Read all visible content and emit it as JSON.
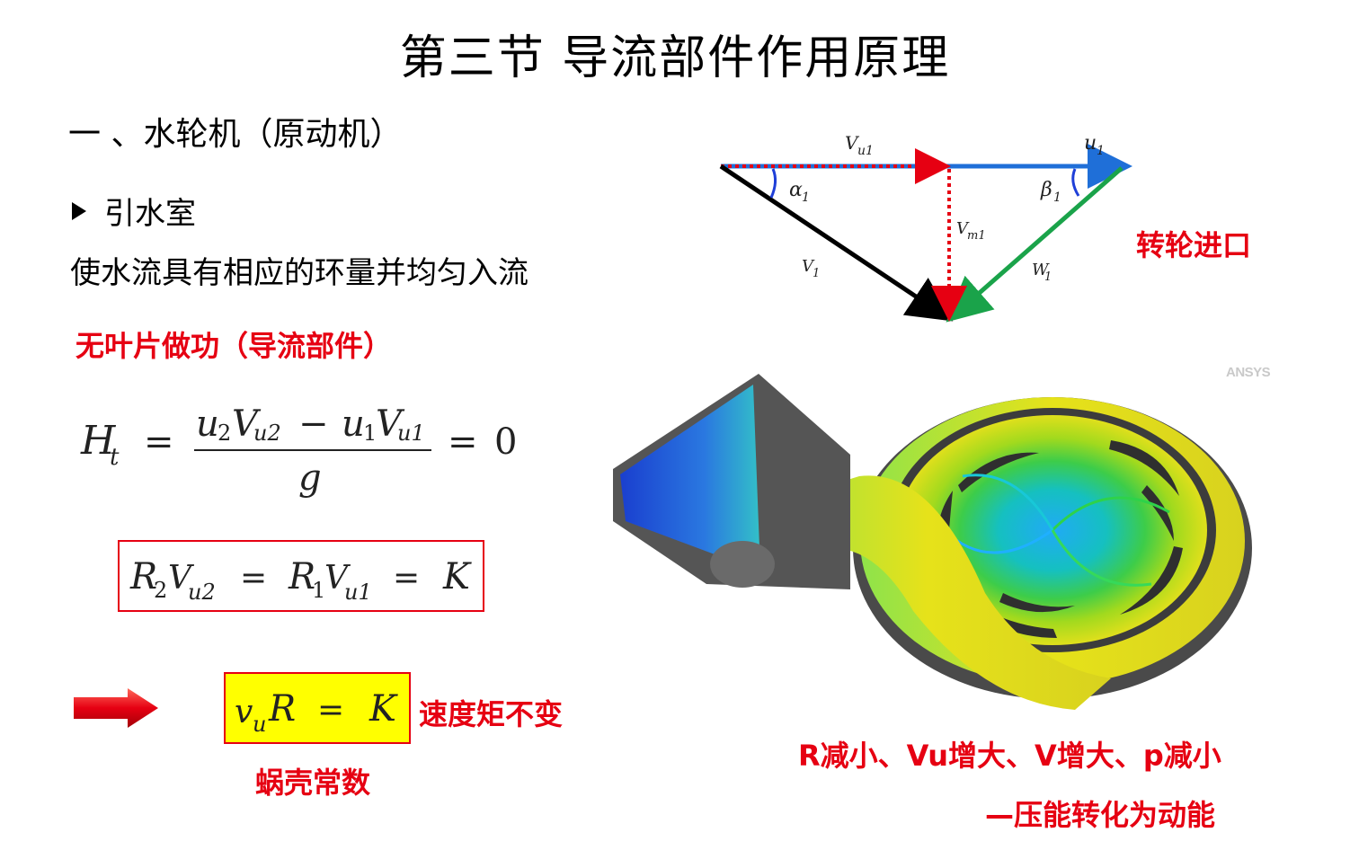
{
  "title": "第三节  导流部件作用原理",
  "section": "一 、水轮机（原动机）",
  "subsection": "引水室",
  "description": "使水流具有相应的环量并均匀入流",
  "no_blade_work": "无叶片做功（导流部件）",
  "formula1": {
    "lhs": "H",
    "lhs_sub": "t",
    "num_u2": "u",
    "num_u2_sub": "2",
    "num_v2": "V",
    "num_v2_sub": "u2",
    "minus": "−",
    "num_u1": "u",
    "num_u1_sub": "1",
    "num_v1": "V",
    "num_v1_sub": "u1",
    "den": "g",
    "eq": "=",
    "rhs": "0"
  },
  "formula2": {
    "r2": "R",
    "r2_sub": "2",
    "v2": "V",
    "v2_sub": "u2",
    "r1": "R",
    "r1_sub": "1",
    "v1": "V",
    "v1_sub": "u1",
    "eq": "=",
    "k": "K"
  },
  "formula3": {
    "v": "v",
    "v_sub": "u",
    "r": "R",
    "eq": "=",
    "k": "K"
  },
  "speed_moment_const": "速度矩不变",
  "volute_const": "蜗壳常数",
  "runner_inlet": "转轮进口",
  "conclusion_line1": "R减小、Vu增大、V增大、p减小",
  "conclusion_line2": "—压能转化为动能",
  "ansys_logo": "ANSYS",
  "velocity_triangle": {
    "vu1": "V",
    "vu1_sub": "u1",
    "u1": "u",
    "u1_sub": "1",
    "alpha": "α",
    "alpha_sub": "1",
    "beta": "β",
    "beta_sub": "1",
    "vm1": "V",
    "vm1_sub": "m1",
    "v1": "V",
    "v1_sub": "1",
    "w1": "W",
    "w1_sub": "1"
  },
  "colors": {
    "red": "#e60012",
    "blue": "#1f6fd8",
    "green": "#1aa34a",
    "highlight": "#ffff00"
  }
}
